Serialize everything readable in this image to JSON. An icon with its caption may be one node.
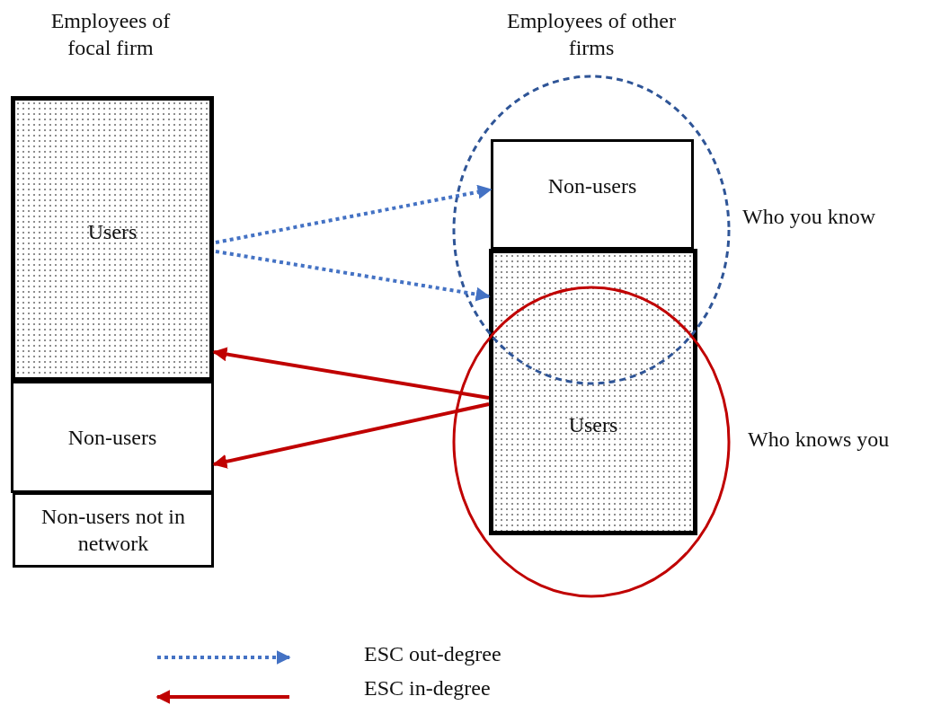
{
  "diagram": {
    "nodes": [
      {
        "text": [
          "Users"
        ]
      },
      {
        "text": [
          "Non-users"
        ]
      },
      {
        "text": [
          "Non-users not in network"
        ]
      },
      {
        "text": [
          "Non-users"
        ]
      },
      {
        "text": [
          "Users"
        ]
      }
    ],
    "edges": [
      {
        "from": 0,
        "to": 3,
        "arrow": "to",
        "style": "dashed",
        "color": "#4472c4"
      },
      {
        "from": 0,
        "to": 4,
        "arrow": "to",
        "style": "dashed",
        "color": "#4472c4"
      },
      {
        "from": 4,
        "to": 0,
        "arrow": "to",
        "color": "#c00000"
      },
      {
        "from": 4,
        "to": 1,
        "arrow": "to",
        "color": "#c00000"
      }
    ],
    "labels": [
      "Employees of focal firm",
      "Employees of other firms",
      "Who you know",
      "Who knows you"
    ],
    "legend": [
      {
        "text": "ESC out-degree"
      },
      {
        "text": "ESC in-degree"
      }
    ]
  }
}
